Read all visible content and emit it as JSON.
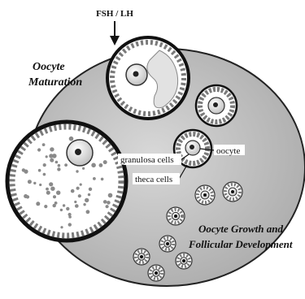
{
  "labels": {
    "hormone": "FSH / LH",
    "maturation_line1": "Oocyte",
    "maturation_line2": "Maturation",
    "granulosa": "granulosa cells",
    "theca": "theca cells",
    "oocyte": "oocyte",
    "growth_line1": "Oocyte Growth and",
    "growth_line2": "Follicular Development"
  }
}
